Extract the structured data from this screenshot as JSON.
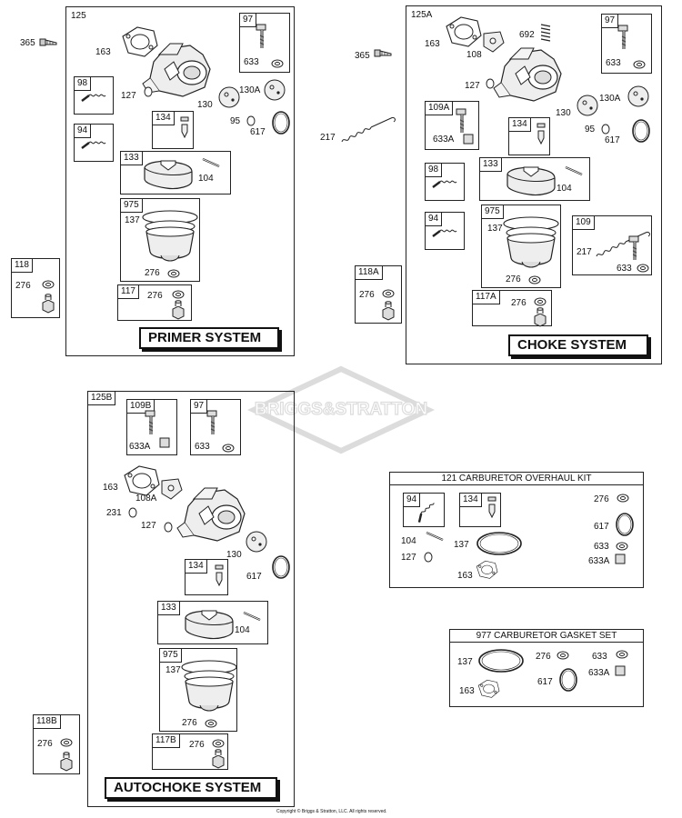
{
  "watermark": "BRIGGS&STRATTON",
  "copyright": "Copyright © Briggs & Stratton, LLC. All rights reserved.",
  "colors": {
    "line": "#222222",
    "watermark": "#dcdcdc",
    "part": "#eeeeee"
  },
  "primer": {
    "assembly": "125",
    "title": "PRIMER SYSTEM",
    "labels": {
      "screw": "365",
      "gasket": "163",
      "s97": "97",
      "s97_sub": "633",
      "s98": "98",
      "p127": "127",
      "p130": "130",
      "p130a": "130A",
      "s134": "134",
      "p95": "95",
      "p617": "617",
      "s94": "94",
      "s133": "133",
      "p104": "104",
      "s975": "975",
      "p137": "137",
      "p276": "276",
      "s117": "117",
      "s117_sub": "276",
      "s118": "118",
      "s118_sub": "276"
    }
  },
  "choke": {
    "assembly": "125A",
    "title": "CHOKE SYSTEM",
    "labels": {
      "screw": "365",
      "gasket": "163",
      "p108": "108",
      "p692": "692",
      "s97": "97",
      "s97_sub": "633",
      "p217": "217",
      "p127": "127",
      "s109a": "109A",
      "s109a_sub": "633A",
      "p130": "130",
      "p130a": "130A",
      "s134": "134",
      "p95": "95",
      "p617": "617",
      "s98": "98",
      "s133": "133",
      "p104": "104",
      "s94": "94",
      "s975": "975",
      "p137": "137",
      "p276": "276",
      "s109": "109",
      "s109_217": "217",
      "s109_633": "633",
      "s117a": "117A",
      "s117a_sub": "276",
      "s118a": "118A",
      "s118a_sub": "276"
    }
  },
  "autochoke": {
    "assembly": "125B",
    "title": "AUTOCHOKE SYSTEM",
    "labels": {
      "s109b": "109B",
      "s109b_sub": "633A",
      "s97": "97",
      "s97_sub": "633",
      "gasket": "163",
      "p108a": "108A",
      "p231": "231",
      "p127": "127",
      "p130": "130",
      "s134": "134",
      "p617": "617",
      "s133": "133",
      "p104": "104",
      "s975": "975",
      "p137": "137",
      "p276": "276",
      "s117b": "117B",
      "s117b_sub": "276",
      "s118b": "118B",
      "s118b_sub": "276"
    }
  },
  "overhaul_kit": {
    "title": "121 CARBURETOR OVERHAUL KIT",
    "labels": {
      "s94": "94",
      "s134": "134",
      "p104": "104",
      "p127": "127",
      "p137": "137",
      "p163": "163",
      "p276": "276",
      "p617": "617",
      "p633": "633",
      "p633a": "633A"
    }
  },
  "gasket_set": {
    "title": "977 CARBURETOR GASKET SET",
    "labels": {
      "p137": "137",
      "p163": "163",
      "p276": "276",
      "p617": "617",
      "p633": "633",
      "p633a": "633A"
    }
  }
}
